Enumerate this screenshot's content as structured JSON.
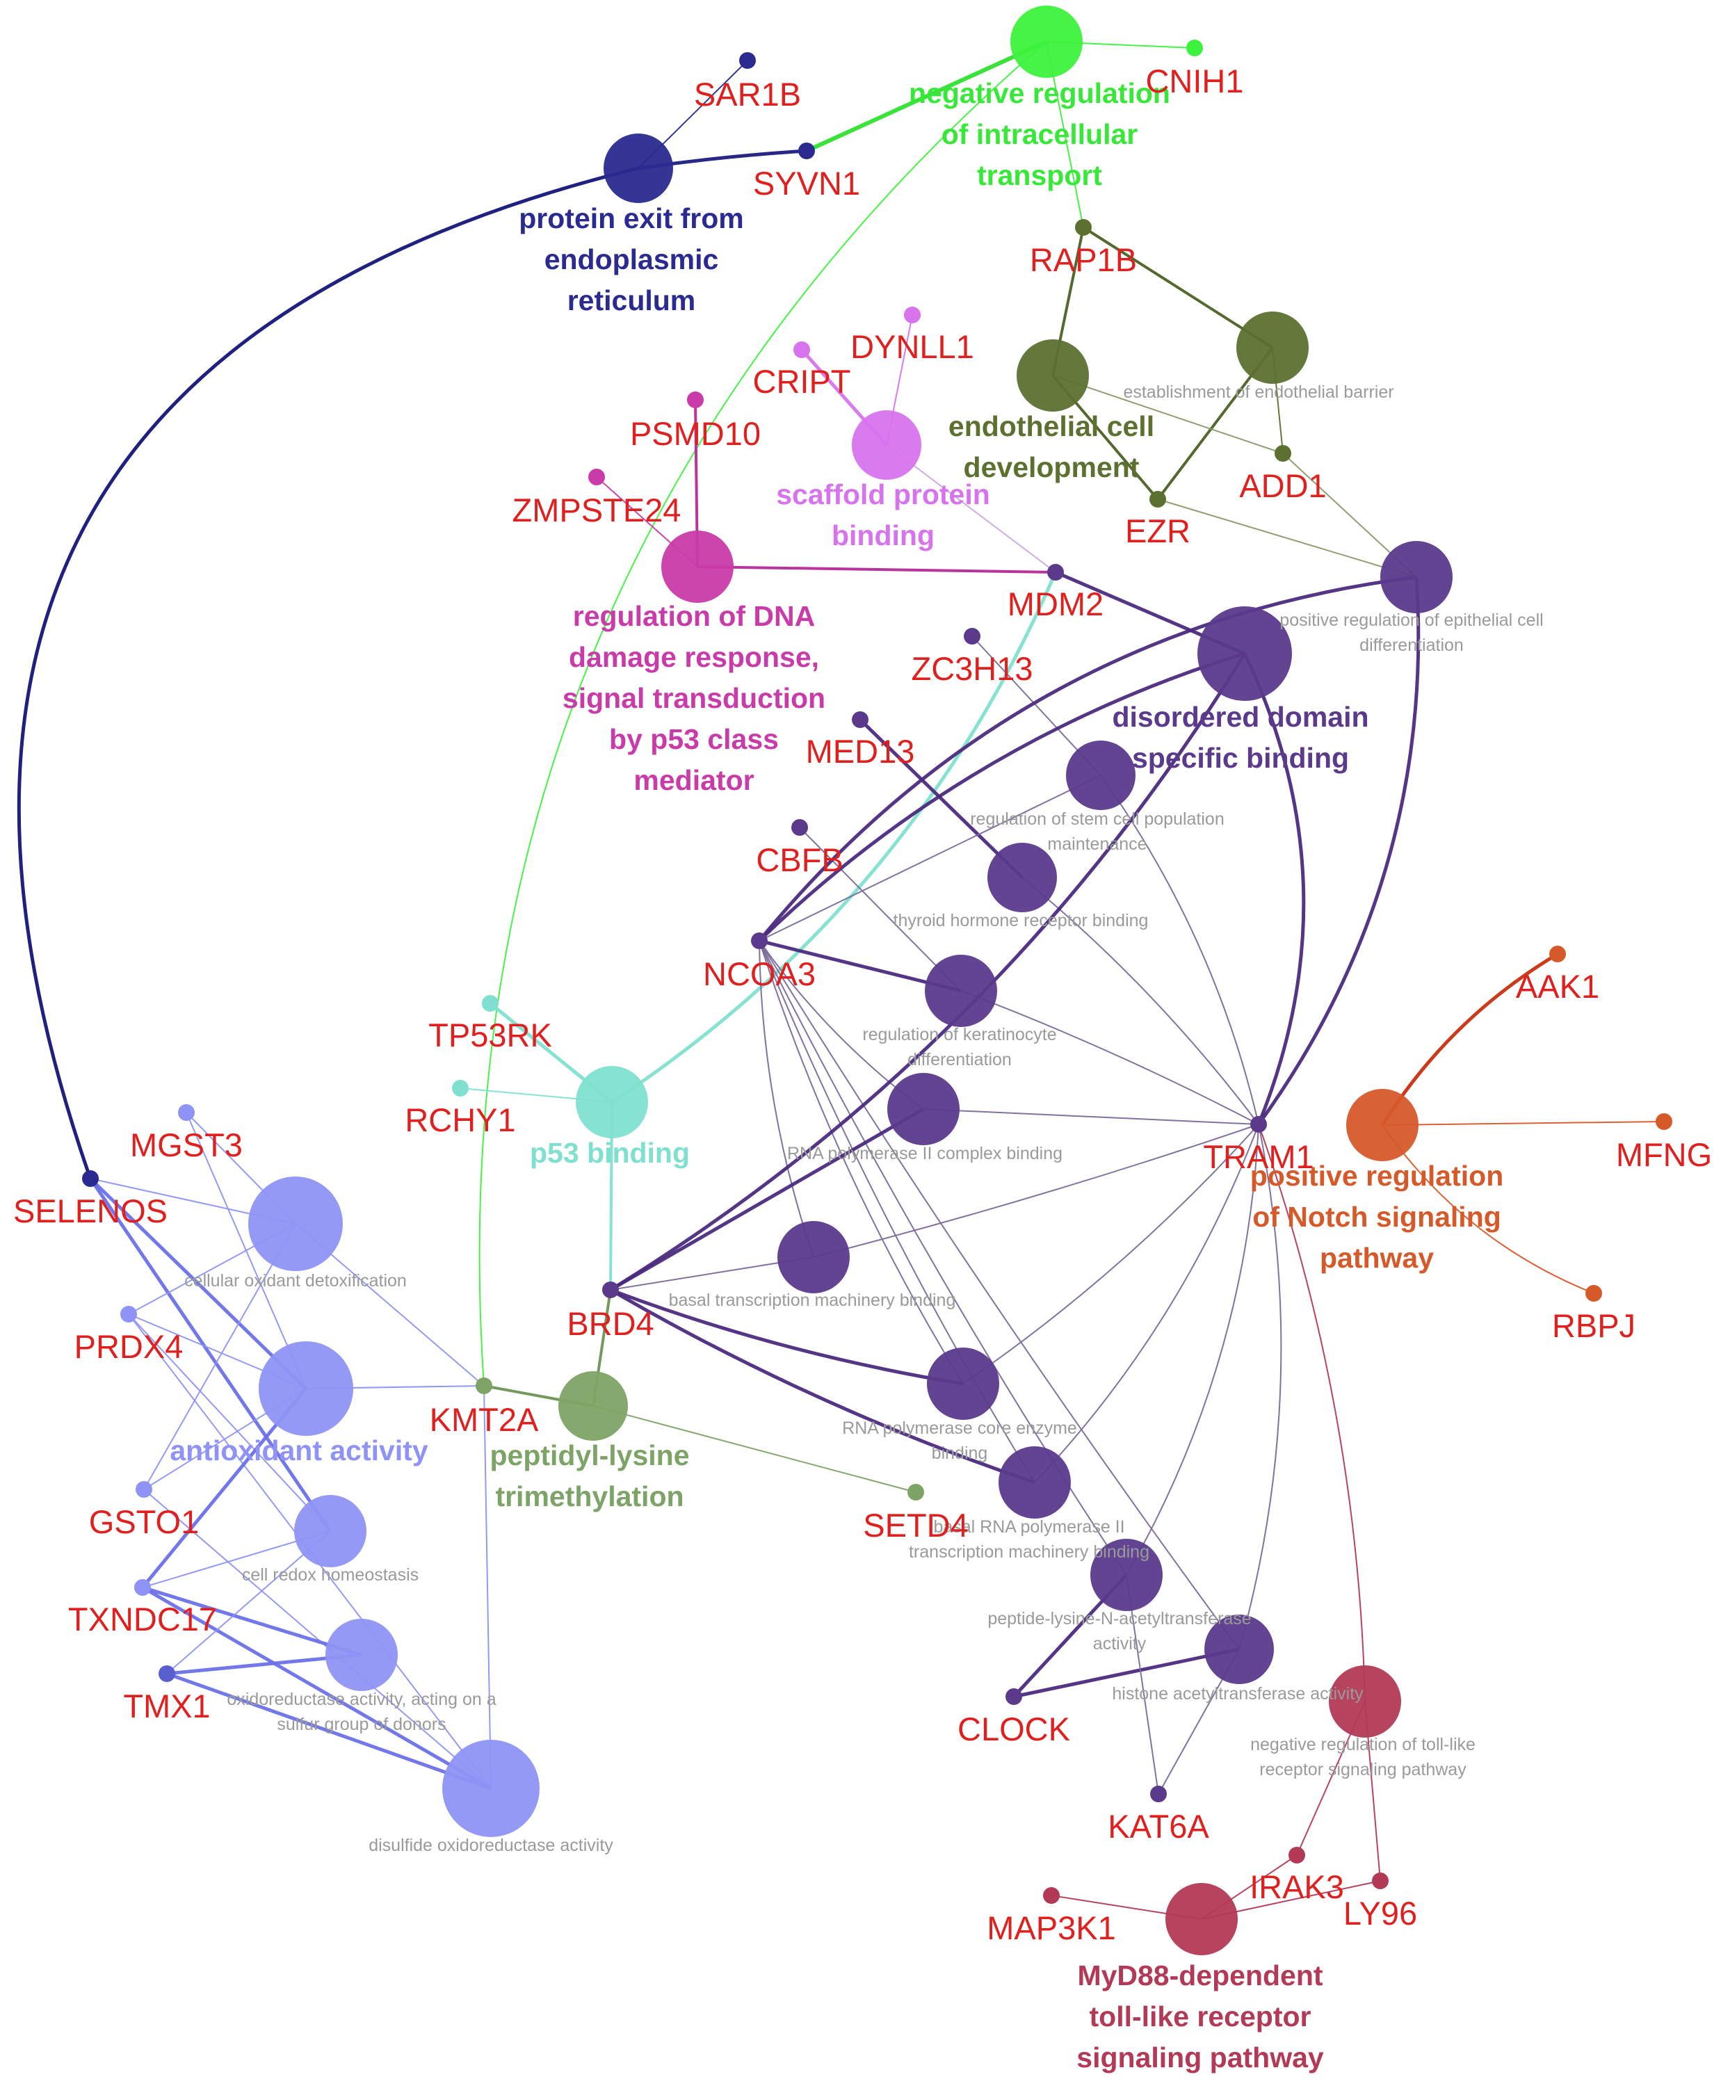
{
  "network": {
    "clusters": [
      {
        "id": "c1",
        "label": [
          "protein exit from",
          "endoplasmic",
          "reticulum"
        ],
        "color": "#2a2a90",
        "major": true
      },
      {
        "id": "c2",
        "label": [
          "negative regulation",
          "of intracellular",
          "transport"
        ],
        "color": "#3cf23c",
        "major": true
      },
      {
        "id": "c3",
        "label": [
          "endothelial cell",
          "development"
        ],
        "color": "#5c7130",
        "major": true
      },
      {
        "id": "c3b",
        "label": [
          "establishment of endothelial barrier"
        ],
        "color": "#5c7130",
        "major": false
      },
      {
        "id": "c4",
        "label": [
          "scaffold protein",
          "binding"
        ],
        "color": "#d873ee",
        "major": true
      },
      {
        "id": "c5",
        "label": [
          "regulation of DNA",
          "damage response,",
          "signal transduction",
          "by p53 class",
          "mediator"
        ],
        "color": "#c93ba9",
        "major": true
      },
      {
        "id": "c6",
        "label": [
          "positive regulation of epithelial cell",
          "differentiation"
        ],
        "color": "#5b3a8c",
        "major": false
      },
      {
        "id": "c7",
        "label": [
          "disordered domain",
          "specific binding"
        ],
        "color": "#5b3a8c",
        "major": true
      },
      {
        "id": "c8",
        "label": [
          "regulation of stem cell population",
          "maintenance"
        ],
        "color": "#5b3a8c",
        "major": false
      },
      {
        "id": "c9",
        "label": [
          "thyroid hormone receptor binding"
        ],
        "color": "#5b3a8c",
        "major": false
      },
      {
        "id": "c10",
        "label": [
          "regulation of keratinocyte",
          "differentiation"
        ],
        "color": "#5b3a8c",
        "major": false
      },
      {
        "id": "c11",
        "label": [
          "RNA polymerase II complex binding"
        ],
        "color": "#5b3a8c",
        "major": false
      },
      {
        "id": "c12",
        "label": [
          "basal transcription machinery binding"
        ],
        "color": "#5b3a8c",
        "major": false
      },
      {
        "id": "c13",
        "label": [
          "RNA polymerase core enzyme",
          "binding"
        ],
        "color": "#5b3a8c",
        "major": false
      },
      {
        "id": "c14",
        "label": [
          "basal RNA polymerase II",
          "transcription machinery binding"
        ],
        "color": "#5b3a8c",
        "major": false
      },
      {
        "id": "c15",
        "label": [
          "peptide-lysine-N-acetyltransferase",
          "activity"
        ],
        "color": "#5b3a8c",
        "major": false
      },
      {
        "id": "c16",
        "label": [
          "histone acetyltransferase activity"
        ],
        "color": "#5b3a8c",
        "major": false
      },
      {
        "id": "c17",
        "label": [
          "p53 binding"
        ],
        "color": "#7fe0cf",
        "major": true
      },
      {
        "id": "c18",
        "label": [
          "positive regulation",
          "of Notch signaling",
          "pathway"
        ],
        "color": "#d6592a",
        "major": true
      },
      {
        "id": "c19",
        "label": [
          "peptidyl-lysine",
          "trimethylation"
        ],
        "color": "#7ea366",
        "major": true
      },
      {
        "id": "c20",
        "label": [
          "cellular oxidant detoxification"
        ],
        "color": "#8f93f5",
        "major": false
      },
      {
        "id": "c21",
        "label": [
          "antioxidant activity"
        ],
        "color": "#8f93f5",
        "major": true
      },
      {
        "id": "c22",
        "label": [
          "cell redox homeostasis"
        ],
        "color": "#8f93f5",
        "major": false
      },
      {
        "id": "c23",
        "label": [
          "oxidoreductase activity, acting on a",
          "sulfur group of donors"
        ],
        "color": "#8f93f5",
        "major": false
      },
      {
        "id": "c24",
        "label": [
          "disulfide oxidoreductase activity"
        ],
        "color": "#8f93f5",
        "major": false
      },
      {
        "id": "c25",
        "label": [
          "negative regulation of toll-like",
          "receptor signaling pathway"
        ],
        "color": "#b23a56",
        "major": false
      },
      {
        "id": "c26",
        "label": [
          "MyD88-dependent",
          "toll-like receptor",
          "signaling pathway"
        ],
        "color": "#b23a56",
        "major": true
      }
    ],
    "genes": [
      {
        "id": "SAR1B",
        "color": "#2a2a90"
      },
      {
        "id": "SYVN1",
        "color": "#2a2a90"
      },
      {
        "id": "CNIH1",
        "color": "#3cf23c"
      },
      {
        "id": "RAP1B",
        "color": "#5c7130"
      },
      {
        "id": "DYNLL1",
        "color": "#d873ee"
      },
      {
        "id": "CRIPT",
        "color": "#d873ee"
      },
      {
        "id": "PSMD10",
        "color": "#c93ba9"
      },
      {
        "id": "ZMPSTE24",
        "color": "#c93ba9"
      },
      {
        "id": "ADD1",
        "color": "#5c7130"
      },
      {
        "id": "EZR",
        "color": "#5c7130"
      },
      {
        "id": "MDM2",
        "color": "#5b3a8c"
      },
      {
        "id": "ZC3H13",
        "color": "#5b3a8c"
      },
      {
        "id": "MED13",
        "color": "#5b3a8c"
      },
      {
        "id": "CBFB",
        "color": "#5b3a8c"
      },
      {
        "id": "NCOA3",
        "color": "#5b3a8c"
      },
      {
        "id": "AAK1",
        "color": "#d6592a"
      },
      {
        "id": "TP53RK",
        "color": "#7fe0cf"
      },
      {
        "id": "RCHY1",
        "color": "#7fe0cf"
      },
      {
        "id": "TRAM1",
        "color": "#5b3a8c"
      },
      {
        "id": "MFNG",
        "color": "#d6592a"
      },
      {
        "id": "MGST3",
        "color": "#8f93f5"
      },
      {
        "id": "SELENOS",
        "color": "#2a2a90"
      },
      {
        "id": "BRD4",
        "color": "#5b3a8c"
      },
      {
        "id": "RBPJ",
        "color": "#d6592a"
      },
      {
        "id": "PRDX4",
        "color": "#8f93f5"
      },
      {
        "id": "KMT2A",
        "color": "#7ea366"
      },
      {
        "id": "GSTO1",
        "color": "#8f93f5"
      },
      {
        "id": "SETD4",
        "color": "#7ea366"
      },
      {
        "id": "TXNDC17",
        "color": "#8f93f5"
      },
      {
        "id": "TMX1",
        "color": "#5a5fcf"
      },
      {
        "id": "CLOCK",
        "color": "#5b3a8c"
      },
      {
        "id": "KAT6A",
        "color": "#5b3a8c"
      },
      {
        "id": "IRAK3",
        "color": "#b23a56"
      },
      {
        "id": "LY96",
        "color": "#b23a56"
      },
      {
        "id": "MAP3K1",
        "color": "#b23a56"
      }
    ]
  }
}
